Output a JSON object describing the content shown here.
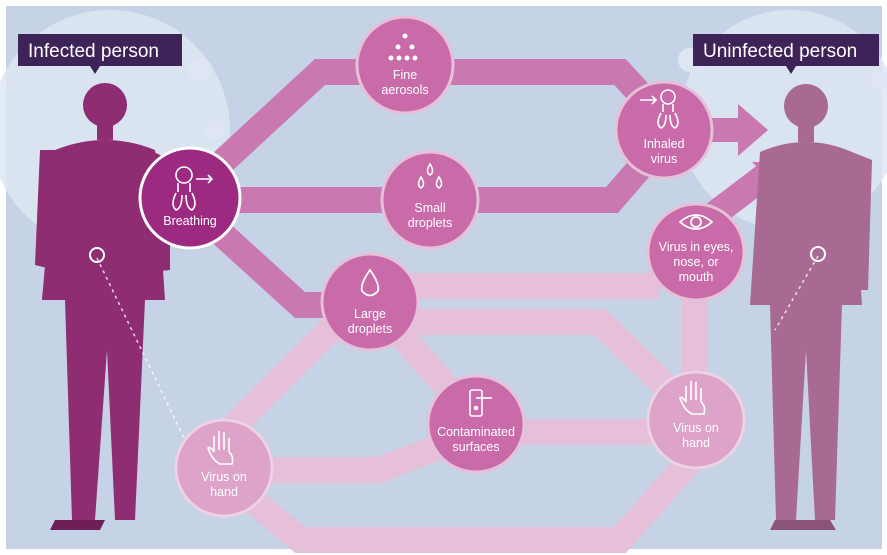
{
  "labels": {
    "infected": "Infected person",
    "uninfected": "Uninfected person"
  },
  "nodes": {
    "breathing": [
      "Breathing"
    ],
    "fine_aerosols": [
      "Fine",
      "aerosols"
    ],
    "small_droplets": [
      "Small",
      "droplets"
    ],
    "large_droplets": [
      "Large",
      "droplets"
    ],
    "inhaled_virus": [
      "Inhaled",
      "virus"
    ],
    "eyes": [
      "Virus in eyes,",
      "nose, or",
      "mouth"
    ],
    "contaminated": [
      "Contaminated",
      "surfaces"
    ],
    "hand_right": [
      "Virus on",
      "hand"
    ],
    "hand_left": [
      "Virus on",
      "hand"
    ]
  },
  "colors": {
    "background": "#c6d3e6",
    "globe": "#dde6f2",
    "tag": "#3e2358",
    "person_infected": "#8e2d72",
    "person_uninfected": "#a86a93",
    "node_dark": "#9c2a80",
    "node_mid": "#c96aa9",
    "node_light": "#dda3c8",
    "path_dark": "#c978b0",
    "path_light": "#e6bfd8"
  }
}
